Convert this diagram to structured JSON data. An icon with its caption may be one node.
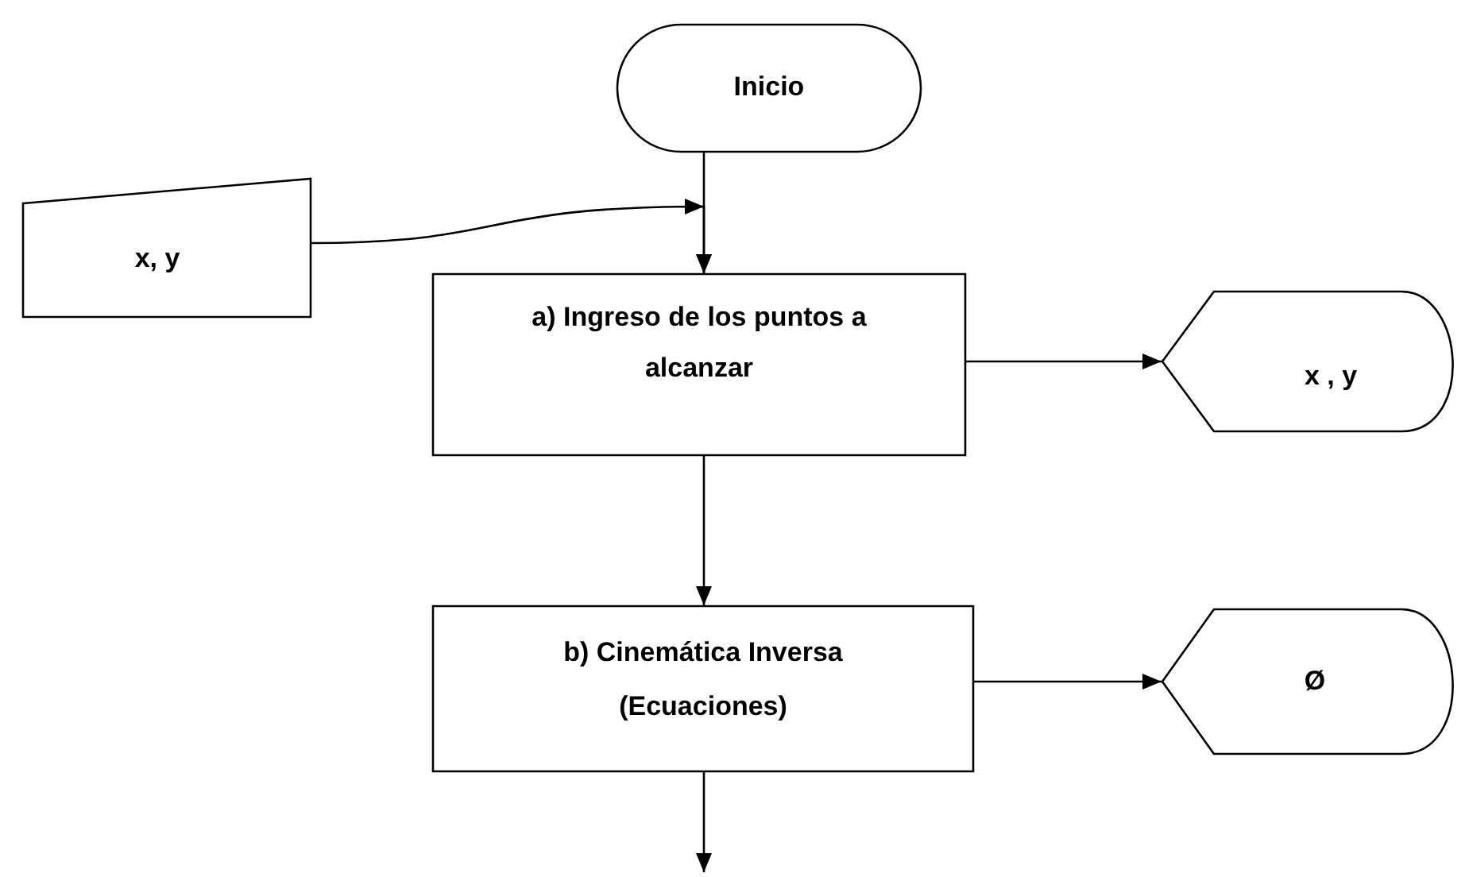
{
  "diagram": {
    "nodes": [
      {
        "text": [
          "Inicio"
        ]
      },
      {
        "text": [
          "x, y"
        ]
      },
      {
        "text": [
          "a) Ingreso de los puntos a alcanzar"
        ]
      },
      {
        "text": [
          "x , y"
        ]
      },
      {
        "text": [
          "b) Cinemática Inversa (Ecuaciones)"
        ]
      },
      {
        "text": [
          "Ø"
        ]
      }
    ],
    "edges": [
      {
        "from": 0,
        "to": 2,
        "arrow": "to"
      },
      {
        "from": 1,
        "to": 2,
        "arrow": "to"
      },
      {
        "from": 2,
        "to": 3,
        "arrow": "to"
      },
      {
        "from": 2,
        "to": 4,
        "arrow": "to"
      },
      {
        "from": 4,
        "to": 5,
        "arrow": "to"
      },
      {
        "from": 4,
        "to": null,
        "arrow": "to"
      }
    ]
  }
}
